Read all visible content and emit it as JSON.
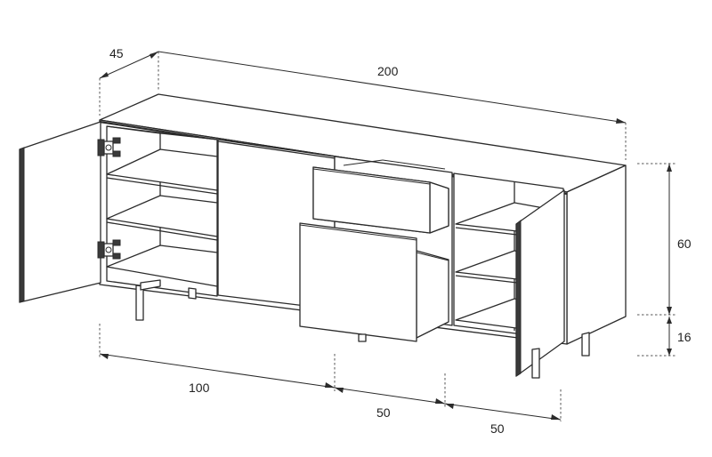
{
  "dimensions": {
    "depth": "45",
    "total_width": "200",
    "height": "60",
    "leg_height": "16",
    "left_section_width": "100",
    "middle_section_width": "50",
    "right_section_width": "50"
  },
  "colors": {
    "line": "#2b2b2b",
    "panel_edge": "#3a3a3a",
    "background": "#ffffff"
  }
}
